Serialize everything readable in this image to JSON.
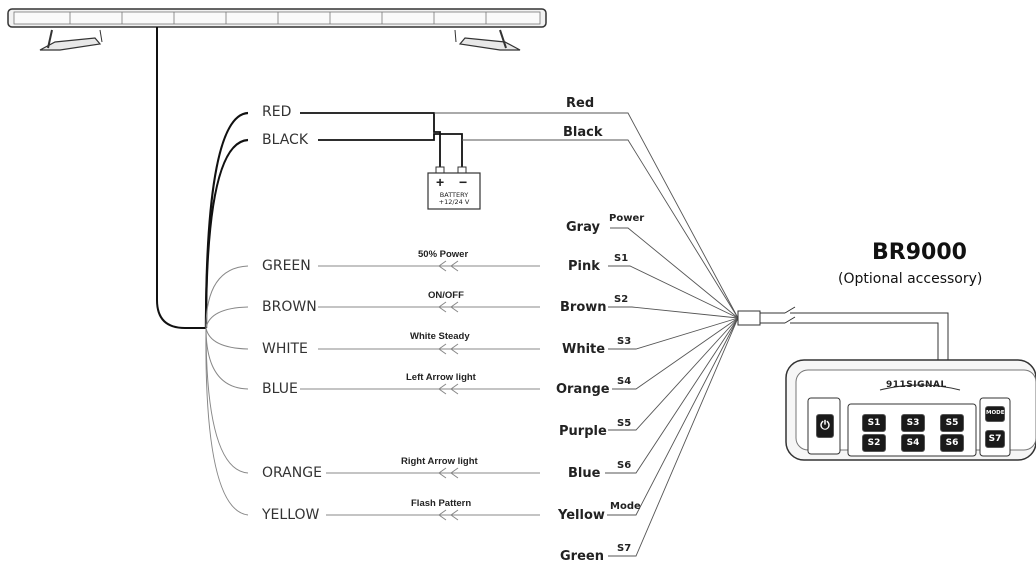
{
  "diagram": {
    "left_wires": [
      {
        "name": "red",
        "label": "RED"
      },
      {
        "name": "black",
        "label": "BLACK"
      },
      {
        "name": "green",
        "label": "GREEN"
      },
      {
        "name": "brown",
        "label": "BROWN"
      },
      {
        "name": "white",
        "label": "WHITE"
      },
      {
        "name": "blue",
        "label": "BLUE"
      },
      {
        "name": "orange",
        "label": "ORANGE"
      },
      {
        "name": "yellow",
        "label": "YELLOW"
      }
    ],
    "functions": [
      "50% Power",
      "ON/OFF",
      "White Steady",
      "Left Arrow light",
      "Right Arrow light",
      "Flash Pattern"
    ],
    "controller_wires": [
      {
        "label": "Red",
        "switch": ""
      },
      {
        "label": "Black",
        "switch": ""
      },
      {
        "label": "Gray",
        "switch": "Power"
      },
      {
        "label": "Pink",
        "switch": "S1"
      },
      {
        "label": "Brown",
        "switch": "S2"
      },
      {
        "label": "White",
        "switch": "S3"
      },
      {
        "label": "Orange",
        "switch": "S4"
      },
      {
        "label": "Purple",
        "switch": "S5"
      },
      {
        "label": "Blue",
        "switch": "S6"
      },
      {
        "label": "Yellow",
        "switch": "Mode"
      },
      {
        "label": "Green",
        "switch": "S7"
      }
    ],
    "battery": {
      "plus": "+",
      "minus": "−",
      "line1": "BATTERY",
      "line2": "+12/24 V"
    },
    "controller": {
      "model": "BR9000",
      "subtitle": "(Optional accessory)",
      "brand": "911SIGNAL",
      "buttons": [
        "S1",
        "S3",
        "S5",
        "S2",
        "S4",
        "S6"
      ],
      "mode_label": "MODE",
      "s7_label": "S7"
    }
  }
}
